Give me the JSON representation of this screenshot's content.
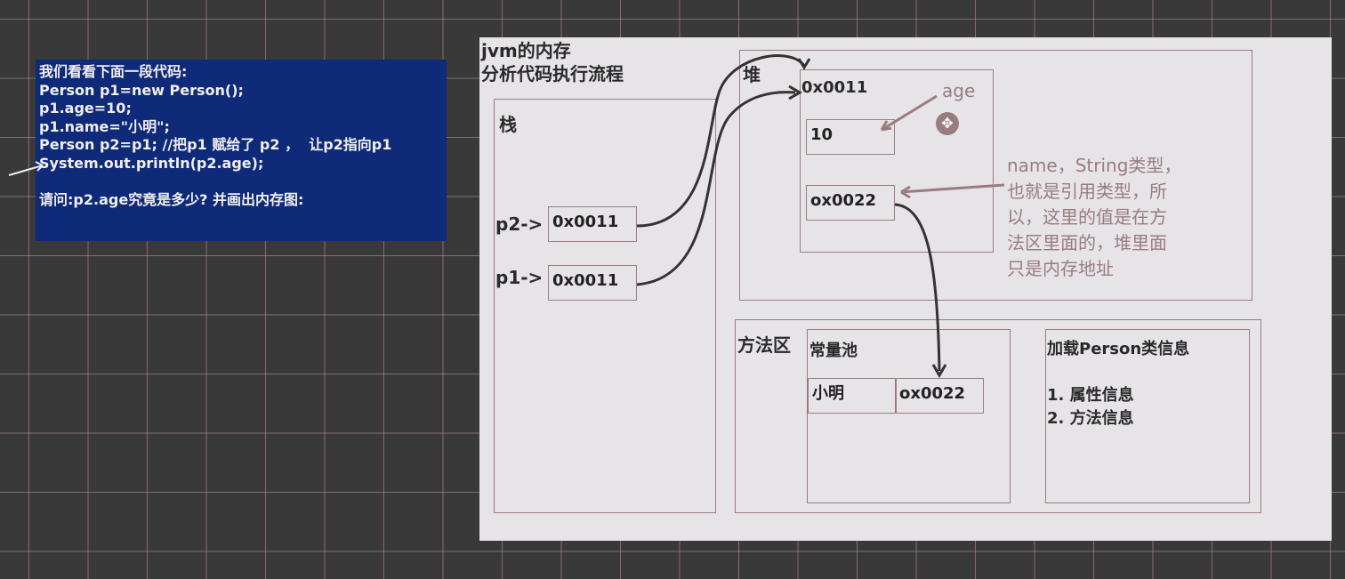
{
  "code_panel": {
    "lines": [
      "我们看看下面一段代码:",
      "Person p1=new Person();",
      "p1.age=10;",
      "p1.name=\"小明\";",
      "Person p2=p1; //把p1 赋给了 p2 ，  让p2指向p1",
      "System.out.println(p2.age);",
      "",
      "请问:p2.age究竟是多少? 并画出内存图:"
    ]
  },
  "diagram": {
    "title": [
      "jvm的内存",
      "分析代码执行流程"
    ],
    "stack": {
      "label": "栈",
      "rows": [
        {
          "var": "p2->",
          "value": "0x0011"
        },
        {
          "var": "p1->",
          "value": "0x0011"
        }
      ]
    },
    "heap": {
      "label": "堆",
      "object_address": "0x0011",
      "age_value": "10",
      "name_value": "ox0022",
      "age_annotation": "age",
      "name_note": [
        "name，String类型，",
        "也就是引用类型，所",
        "以，这里的值是在方",
        "法区里面的，堆里面",
        "只是内存地址"
      ]
    },
    "method_area": {
      "label": "方法区",
      "constant_pool": {
        "label": "常量池",
        "value": "小明",
        "address": "ox0022"
      },
      "class_info": {
        "title": "加载Person类信息",
        "items": [
          "1. 属性信息",
          "2. 方法信息"
        ]
      }
    }
  },
  "colors": {
    "code_bg": "#0e2a78",
    "canvas_bg": "#e6e4e7",
    "annotation": "#9a7c80"
  }
}
